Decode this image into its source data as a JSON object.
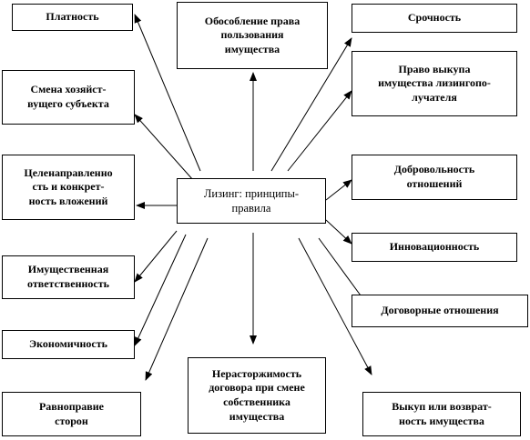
{
  "diagram": {
    "center": {
      "id": "center",
      "lines": [
        "Лизинг: принципы-",
        "правила"
      ]
    },
    "nodes": [
      {
        "id": "platnost",
        "lines": [
          "Платность"
        ]
      },
      {
        "id": "obosoblenie",
        "lines": [
          "Обособление права",
          "пользования",
          "имущества"
        ]
      },
      {
        "id": "srochnost",
        "lines": [
          "Срочность"
        ]
      },
      {
        "id": "smena",
        "lines": [
          "Смена хозяйст-",
          "вущего  субъекта"
        ]
      },
      {
        "id": "pravo-vykupa",
        "lines": [
          "Право выкупа",
          "имущества лизингопо-",
          "лучателя"
        ]
      },
      {
        "id": "celenapravlennost",
        "lines": [
          "Целенаправленно",
          "сть и конкрет-",
          "ность вложений"
        ]
      },
      {
        "id": "dobrovolnost",
        "lines": [
          "Добровольность",
          "отношений"
        ]
      },
      {
        "id": "innovacionnost",
        "lines": [
          "Инновационность"
        ]
      },
      {
        "id": "imushchestvennaya",
        "lines": [
          "Имущественная",
          "ответственность"
        ]
      },
      {
        "id": "dogovornye",
        "lines": [
          "Договорные отношения"
        ]
      },
      {
        "id": "ekonomichnost",
        "lines": [
          "Экономичность"
        ]
      },
      {
        "id": "nerastorzhimost",
        "lines": [
          "Нерасторжимость",
          "договора при смене",
          "собственника",
          "имущества"
        ]
      },
      {
        "id": "ravnopravie",
        "lines": [
          "Равноправие",
          "сторон"
        ]
      },
      {
        "id": "vykup-vozvrat",
        "lines": [
          "Выкуп или  возврат-",
          "ность имущества"
        ]
      }
    ]
  }
}
